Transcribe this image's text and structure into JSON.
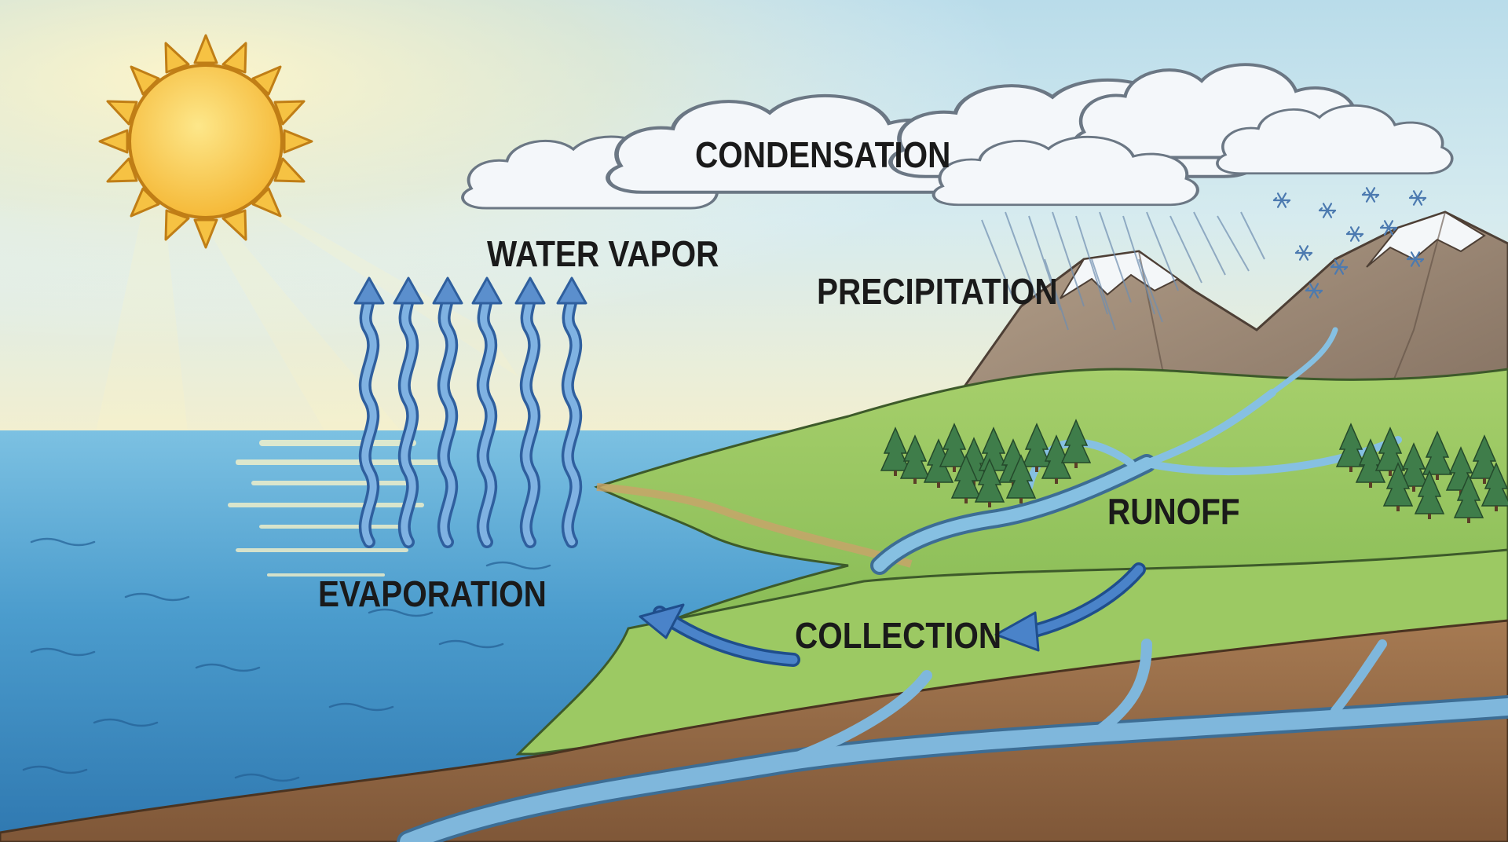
{
  "labels": {
    "condensation": "CONDENSATION",
    "water_vapor": "WATER VAPOR",
    "precipitation": "PRECIPITATION",
    "runoff": "RUNOFF",
    "evaporation": "EVAPORATION",
    "collection": "COLLECTION"
  },
  "colors": {
    "sky_top": "#bfe0ec",
    "sky_horizon": "#f3f0cf",
    "sun_fill": "#f8c94a",
    "sun_stroke": "#c98a1c",
    "sea": "#3f8fc4",
    "sea_light": "#8ccbe8",
    "grass": "#8fc25a",
    "mountain": "#9b8774",
    "snow": "#f4f7f9",
    "soil": "#9b6f4a",
    "river": "#7cb8dc",
    "arrow_blue": "#3a6fb8",
    "tree": "#3d7a48",
    "label_text": "#1a1a1a"
  },
  "icons": [
    "sun-icon",
    "cloud-icon",
    "snowflake-icon",
    "rain-streak",
    "tree-icon",
    "wavy-arrow-icon",
    "curved-arrow-icon"
  ]
}
